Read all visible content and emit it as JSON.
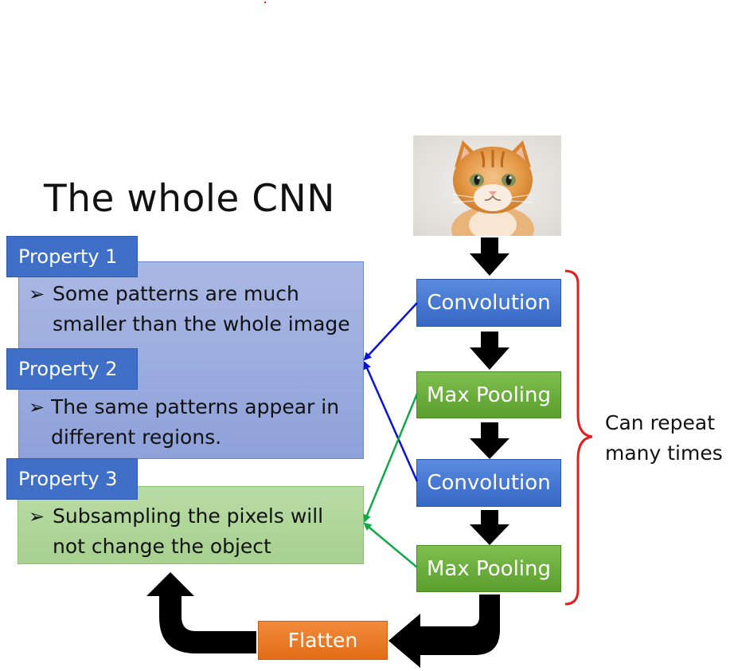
{
  "title": "The whole CNN",
  "properties": [
    {
      "label": "Property 1",
      "text_lines": [
        "Some patterns are much",
        "smaller than the whole image"
      ]
    },
    {
      "label": "Property 2",
      "text_lines": [
        "The same patterns appear in",
        "different regions."
      ]
    },
    {
      "label": "Property 3",
      "text_lines": [
        "Subsampling the pixels will",
        "not change the object"
      ]
    }
  ],
  "bullet_glyph": "➢",
  "stages": [
    "Convolution",
    "Max Pooling",
    "Convolution",
    "Max Pooling"
  ],
  "flatten_label": "Flatten",
  "repeat_lines": [
    "Can repeat",
    "many times"
  ],
  "colors": {
    "convolution": "#3f6fc6",
    "pooling": "#6aae3c",
    "flatten": "#ea7a25",
    "brace": "#e02020",
    "blue_arrow": "#0a14d0",
    "green_arrow": "#11a84a"
  },
  "image": {
    "subject": "kitten photo"
  }
}
